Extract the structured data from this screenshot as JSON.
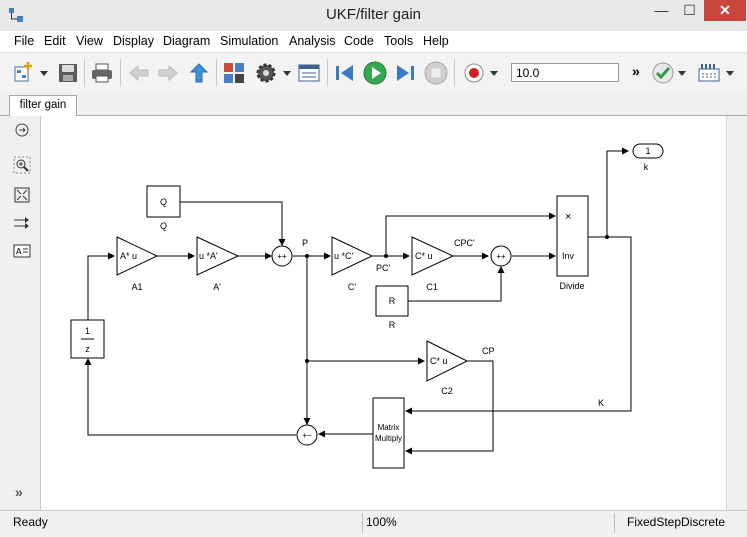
{
  "window": {
    "title": "UKF/filter gain",
    "minimize_glyph": "—",
    "maximize_glyph": "☐",
    "close_glyph": "✕"
  },
  "menu": [
    "File",
    "Edit",
    "View",
    "Display",
    "Diagram",
    "Simulation",
    "Analysis",
    "Code",
    "Tools",
    "Help"
  ],
  "toolbar": {
    "stop_time": "10.0",
    "more_glyph": "»",
    "icons": [
      "new-model-icon",
      "save-icon",
      "print-icon",
      "back-icon",
      "forward-icon",
      "up-to-parent-icon",
      "library-browser-icon",
      "model-config-icon",
      "model-explorer-icon",
      "step-back-icon",
      "run-icon",
      "step-forward-icon",
      "stop-icon",
      "record-icon",
      "model-advisor-icon",
      "build-icon"
    ]
  },
  "tab": {
    "label": "filter gain"
  },
  "palette": {
    "icons": [
      "hide-browser-icon",
      "zoom-icon",
      "fit-to-view-icon",
      "signal-line-icon",
      "annotation-icon"
    ],
    "expand_glyph": "»"
  },
  "diagram": {
    "blocks": {
      "q": {
        "text": "Q",
        "label": "Q"
      },
      "r": {
        "text": "R",
        "label": "R"
      },
      "a1": {
        "text": "A* u",
        "label": "A1"
      },
      "a_t": {
        "text": "u *A'",
        "label": "A'"
      },
      "c_t": {
        "text": "u *C'",
        "label": "C'"
      },
      "c1": {
        "text": "C* u",
        "label": "C1"
      },
      "c2": {
        "text": "C* u",
        "label": "C2"
      },
      "divide": {
        "port_top": "×",
        "port_bottom": "Inv",
        "label": "Divide"
      },
      "unit_delay": {
        "numerator": "1",
        "denominator": "z"
      },
      "matrix_multiply": {
        "line1": "Matrix",
        "line2": "Multiply"
      },
      "outport": {
        "number": "1",
        "label": "k"
      }
    },
    "sums": {
      "sum1": {
        "signs": "++"
      },
      "sum2": {
        "signs": "++"
      },
      "sum3": {
        "signs": "+−"
      }
    },
    "signals": {
      "p": "P",
      "pc": "PC'",
      "cpc": "CPC'",
      "cp": "CP",
      "k": "K"
    }
  },
  "status": {
    "state": "Ready",
    "zoom": "100%",
    "solver": "FixedStepDiscrete"
  }
}
